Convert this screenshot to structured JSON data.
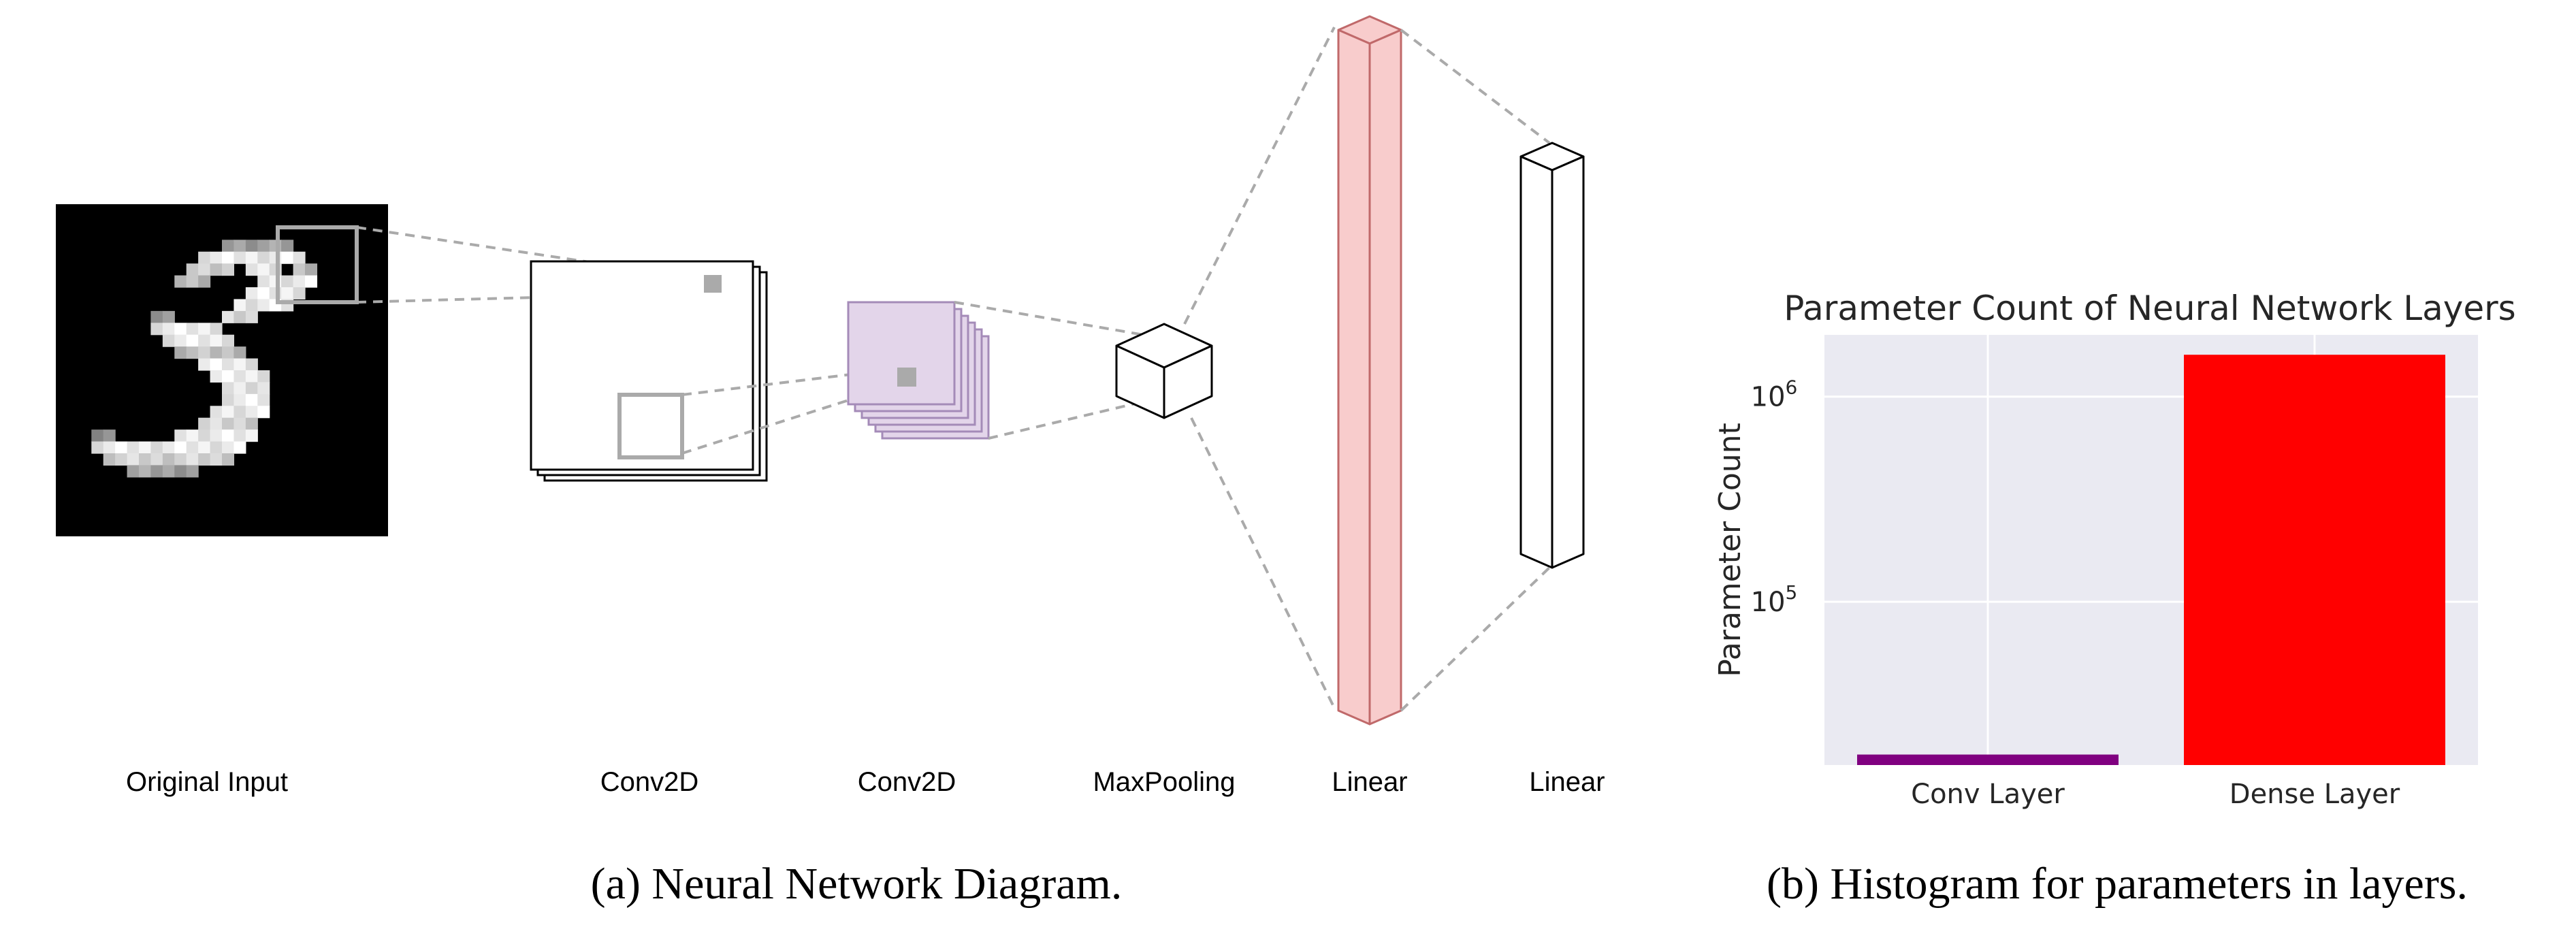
{
  "diagram": {
    "layers": [
      {
        "label": "Original Input"
      },
      {
        "label": "Conv2D"
      },
      {
        "label": "Conv2D"
      },
      {
        "label": "MaxPooling"
      },
      {
        "label": "Linear"
      },
      {
        "label": "Linear"
      }
    ],
    "colors": {
      "conv2_fill": "#e3d5ea",
      "conv2_stroke": "#a48bb8",
      "linear1_fill": "#f8cccc",
      "linear1_stroke": "#c0696a",
      "dash": "#aaaaaa",
      "kernel": "#aaaaaa"
    },
    "caption": "(a) Neural Network Diagram."
  },
  "chart_data": {
    "type": "bar",
    "title": "Parameter Count of Neural Network Layers",
    "xlabel": "",
    "ylabel": "Parameter Count",
    "categories": [
      "Conv Layer",
      "Dense Layer"
    ],
    "values": [
      18000,
      1600000
    ],
    "colors": [
      "#800080",
      "#ff0000"
    ],
    "yscale": "log",
    "ylim": [
      16000,
      2000000
    ],
    "yticks": [
      {
        "value": 1000000,
        "base": "10",
        "exp": "6"
      },
      {
        "value": 100000,
        "base": "10",
        "exp": "5"
      }
    ],
    "grid": true,
    "background": "#eaeaf2",
    "caption": "(b) Histogram for parameters in layers."
  }
}
